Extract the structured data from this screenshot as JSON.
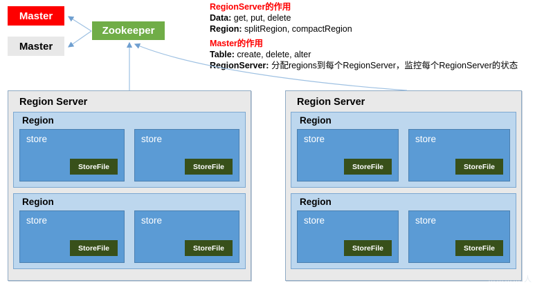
{
  "diagram": {
    "title": "HBase Architecture",
    "colors": {
      "master_active_bg": "#fe0000",
      "master_standby_bg": "#e8e8e8",
      "zookeeper_bg": "#70ad47",
      "region_server_bg": "#e9e9e9",
      "region_bg": "#bdd7ee",
      "store_bg": "#5b9bd5",
      "storefile_bg": "#38501a",
      "arrow": "#7ba7d0",
      "annotation_title": "#fe0000"
    },
    "watermark": "………… 人"
  },
  "nodes": {
    "master_active": "Master",
    "master_standby": "Master",
    "zookeeper": "Zookeeper"
  },
  "annotations": [
    {
      "id": "regionserver-role",
      "title": "RegionServer的作用",
      "rows": [
        {
          "key": "Data:",
          "value": "get, put, delete"
        },
        {
          "key": "Region:",
          "value": "splitRegion, compactRegion"
        }
      ]
    },
    {
      "id": "master-role",
      "title": "Master的作用",
      "rows": [
        {
          "key": "Table:",
          "value": "create, delete, alter"
        },
        {
          "key": "RegionServer:",
          "value": "分配regions到每个RegionServer，监控每个RegionServer的状态"
        }
      ]
    }
  ],
  "region_servers": [
    {
      "id": "rs-left",
      "title": "Region Server",
      "regions": [
        {
          "title": "Region",
          "stores": [
            {
              "label": "store",
              "storefile": "StoreFile"
            },
            {
              "label": "store",
              "storefile": "StoreFile"
            }
          ]
        },
        {
          "title": "Region",
          "stores": [
            {
              "label": "store",
              "storefile": "StoreFile"
            },
            {
              "label": "store",
              "storefile": "StoreFile"
            }
          ]
        }
      ]
    },
    {
      "id": "rs-right",
      "title": "Region Server",
      "regions": [
        {
          "title": "Region",
          "stores": [
            {
              "label": "store",
              "storefile": "StoreFile"
            },
            {
              "label": "store",
              "storefile": "StoreFile"
            }
          ]
        },
        {
          "title": "Region",
          "stores": [
            {
              "label": "store",
              "storefile": "StoreFile"
            },
            {
              "label": "store",
              "storefile": "StoreFile"
            }
          ]
        }
      ]
    }
  ]
}
